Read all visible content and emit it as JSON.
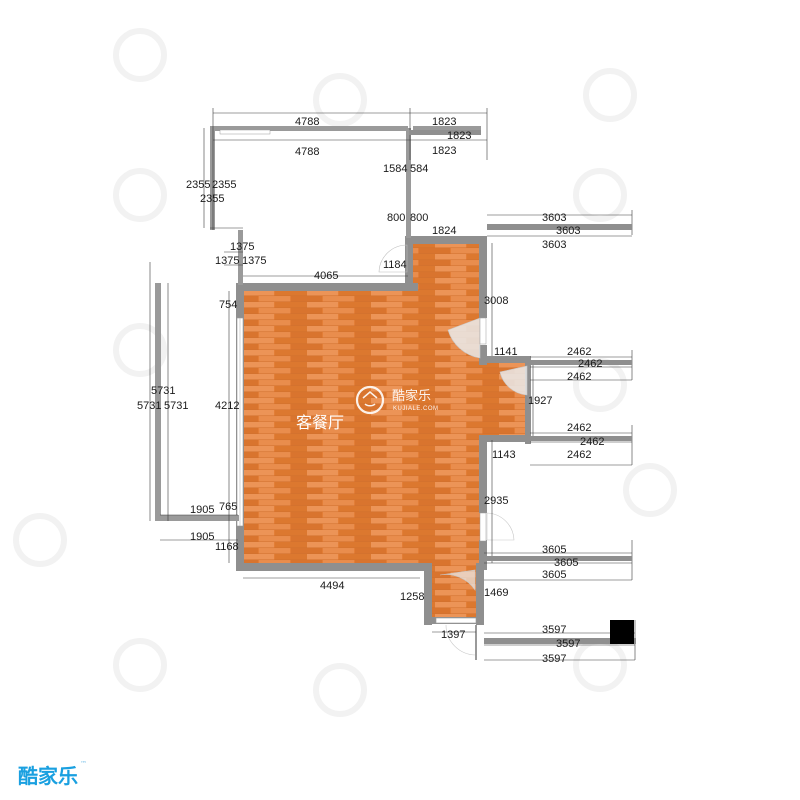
{
  "room": {
    "label": "客餐厅"
  },
  "watermark": {
    "brand": "酷家乐",
    "url": "KUJIALE.COM"
  },
  "logo": {
    "text": "酷家乐",
    "sup": "™"
  },
  "colors": {
    "wall": "#8f8f8f",
    "floor_base": "#e37e36",
    "floor_light": "#ec9457",
    "floor_dark": "#d06f2b",
    "door_swing": "#eaeaea",
    "logo": "#1aa0e0"
  },
  "dimensions": {
    "top_left_1": "4788",
    "top_left_2": "4788",
    "top_right_1": "1823",
    "top_right_2": "1823",
    "top_right_3": "1823",
    "left_stack_a": "2355",
    "left_stack_b": "2355",
    "left_stack_c": "2355",
    "balcony_mid_a": "1584",
    "balcony_mid_b": "584",
    "mid_800_a": "800",
    "mid_800_b": "800",
    "ne_top": "1824",
    "ne_right_1": "3603",
    "ne_right_2": "3603",
    "ne_right_3": "3603",
    "left_1375_a": "1375",
    "left_1375_b": "1375",
    "left_1375_c": "1375",
    "top_4065": "4065",
    "notch_1184": "1184",
    "right_3008": "3008",
    "left_754": "754",
    "far_left_5731_a": "5731",
    "far_left_5731_b": "5731",
    "far_left_5731_c": "5731",
    "left_4212": "4212",
    "right_1141": "1141",
    "right_2462_a": "2462",
    "right_2462_b": "2462",
    "right_2462_c": "2462",
    "right_1927": "1927",
    "right_2462_d": "2462",
    "right_2462_e": "2462",
    "right_2462_f": "2462",
    "right_1143": "1143",
    "right_2935": "2935",
    "left_1905_a": "1905",
    "left_765": "765",
    "left_1905_b": "1905",
    "left_1168": "1168",
    "right_3605_a": "3605",
    "right_3605_b": "3605",
    "right_3605_c": "3605",
    "bottom_4494": "4494",
    "bottom_1258": "1258",
    "bottom_1469": "1469",
    "right_3597_a": "3597",
    "right_3597_b": "3597",
    "right_3597_c": "3597",
    "bottom_1397": "1397"
  }
}
